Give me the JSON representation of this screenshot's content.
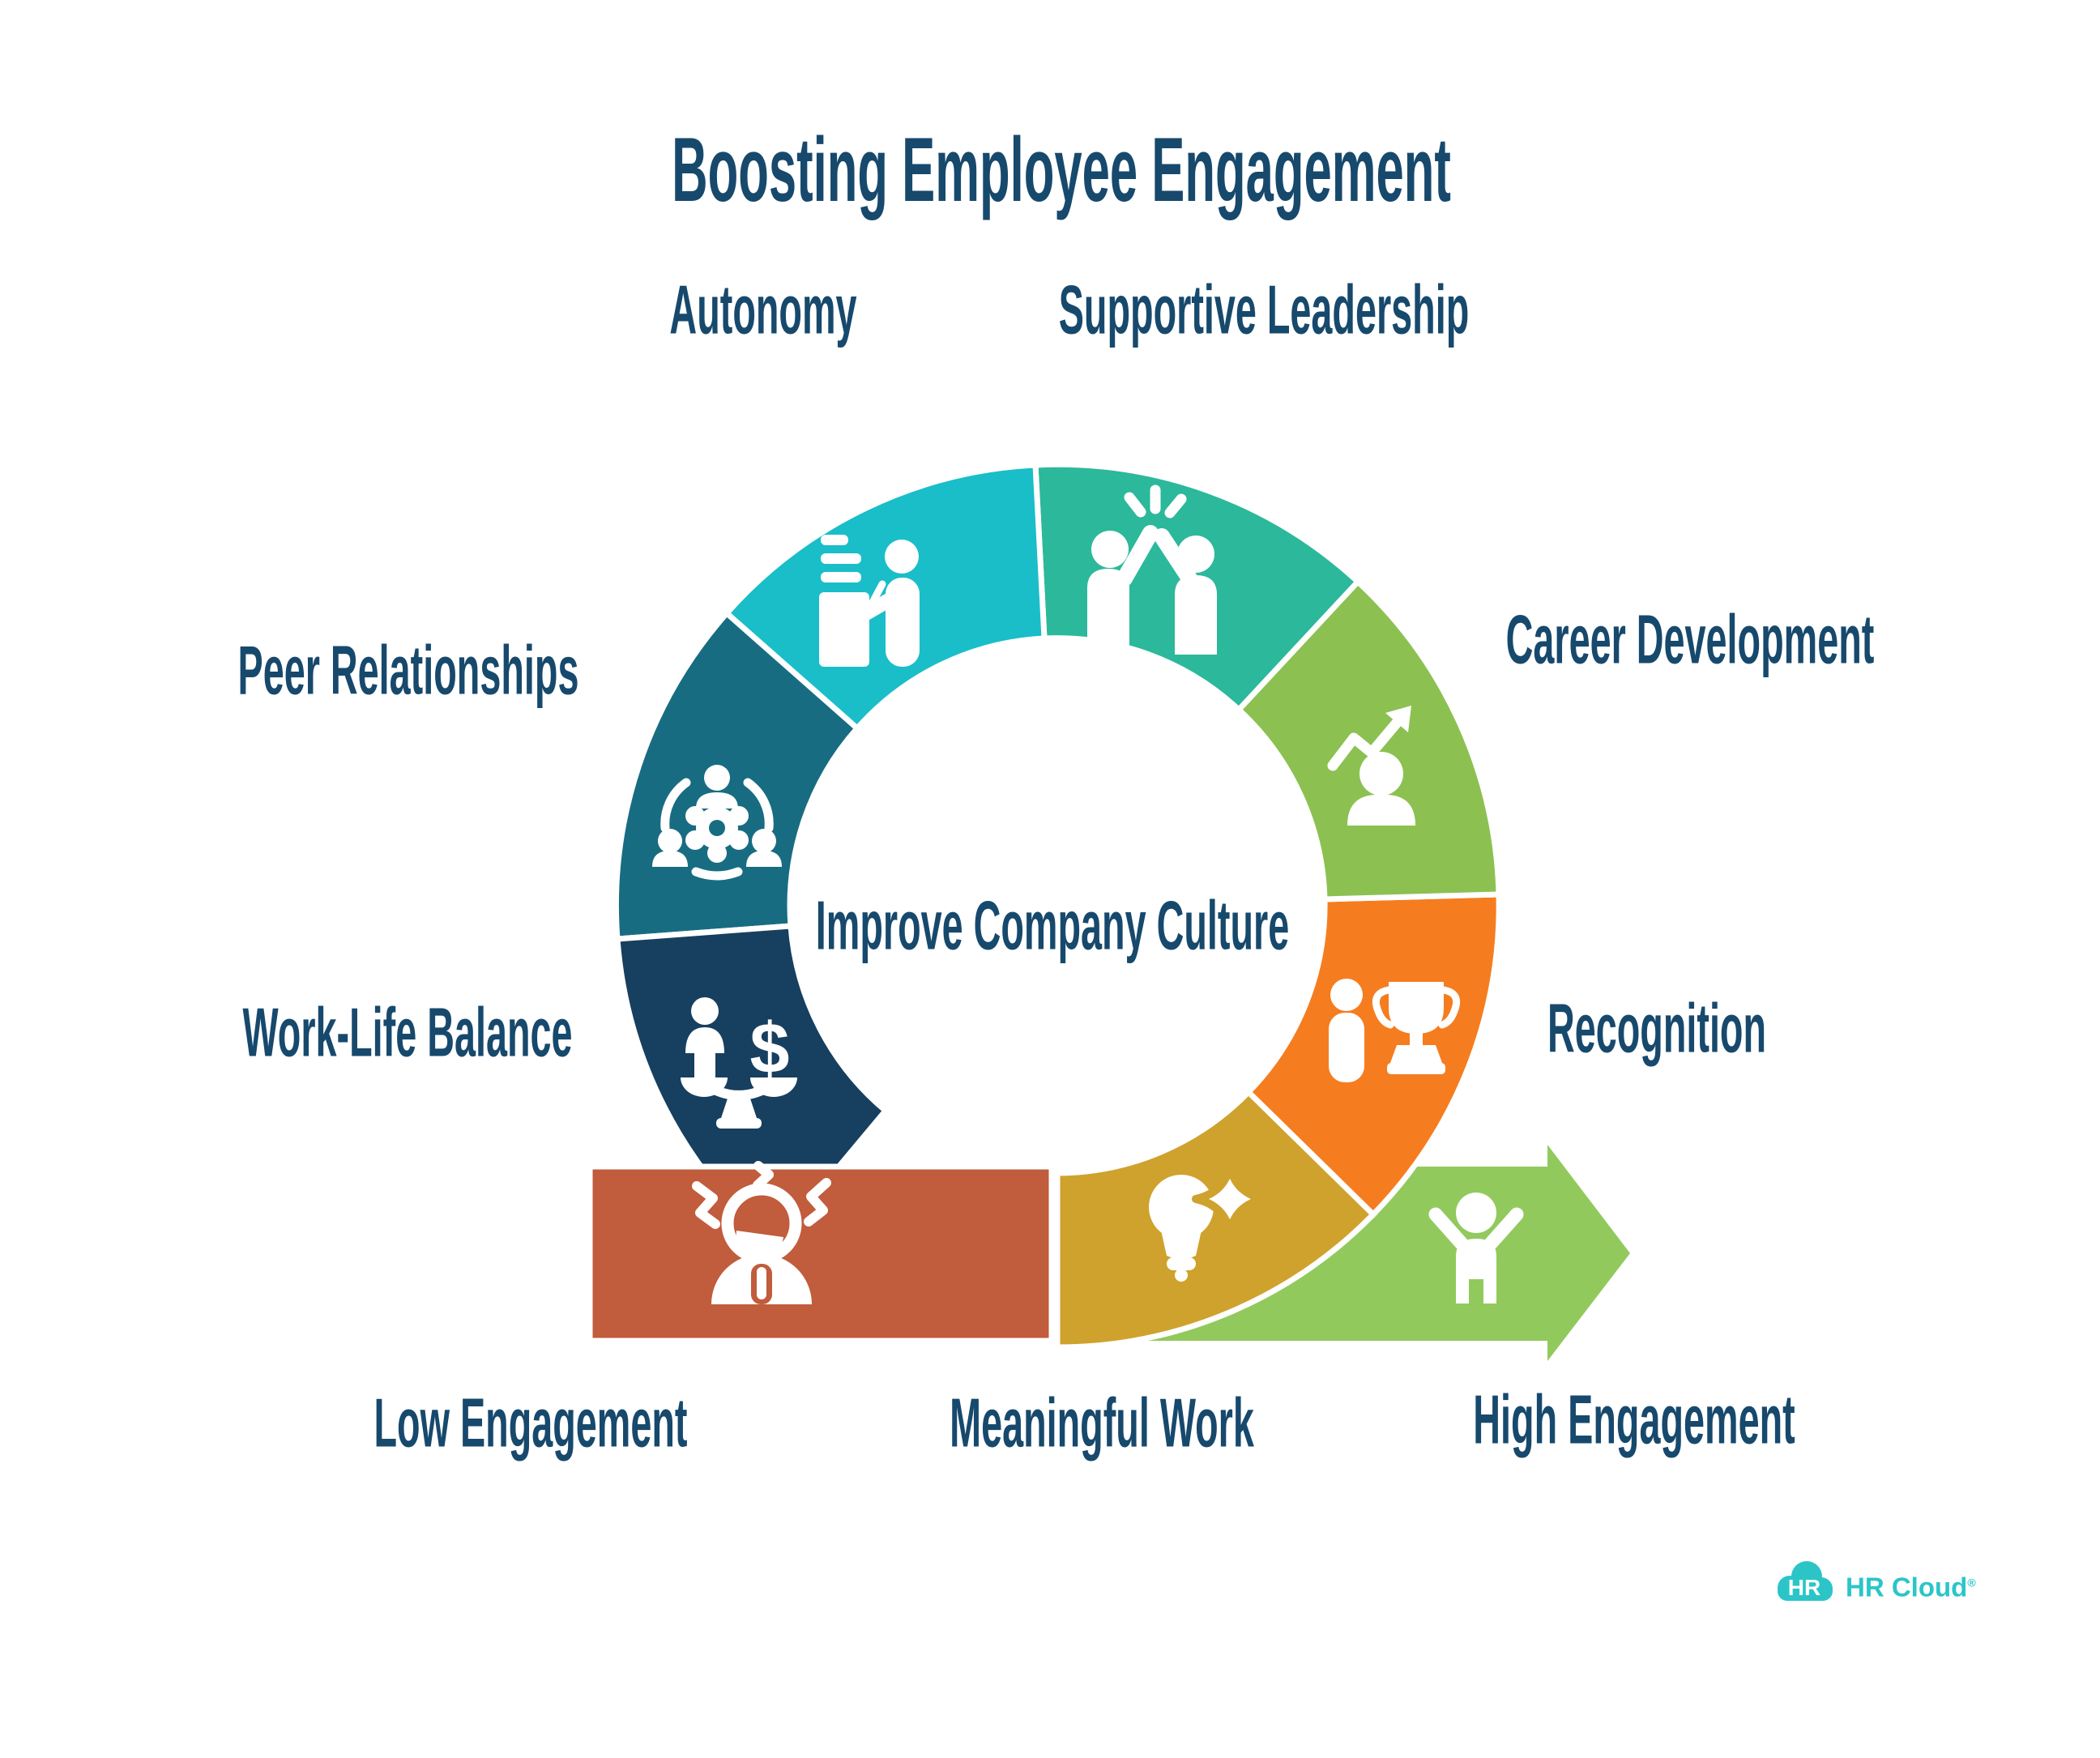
{
  "title": "Boosting Employee Engagement",
  "center_label": "Improve Company Culture",
  "segments": [
    {
      "label": "Meaningful Work",
      "color": "#CFA22E",
      "icon": "lightbulb-sparkle-icon"
    },
    {
      "label": "Recognition",
      "color": "#F57D20",
      "icon": "person-trophy-icon"
    },
    {
      "label": "Career Development",
      "color": "#8CC152",
      "icon": "growth-arrow-person-icon"
    },
    {
      "label": "Supportive Leadership",
      "color": "#2CB89B",
      "icon": "high-five-icon"
    },
    {
      "label": "Autonomy",
      "color": "#19BEC9",
      "icon": "person-at-desk-icon"
    },
    {
      "label": "Peer Relationships",
      "color": "#186C82",
      "icon": "people-around-gear-icon"
    },
    {
      "label": "Work-Life Balance",
      "color": "#173F5F",
      "icon": "person-dollar-balance-icon"
    }
  ],
  "flow": {
    "low": {
      "label": "Low Engagement",
      "color": "#C15C3C",
      "icon": "stressed-person-icon"
    },
    "high": {
      "label": "High Engagement",
      "color": "#92C95D",
      "icon": "cheering-person-icon"
    }
  },
  "icons": {
    "dollar": "$"
  },
  "colors": {
    "background": "#FFFFFF",
    "text": "#17496D"
  },
  "logo": {
    "badge": "HR",
    "name": "HR Cloud",
    "reg": "®",
    "color": "#2BC5C8"
  }
}
